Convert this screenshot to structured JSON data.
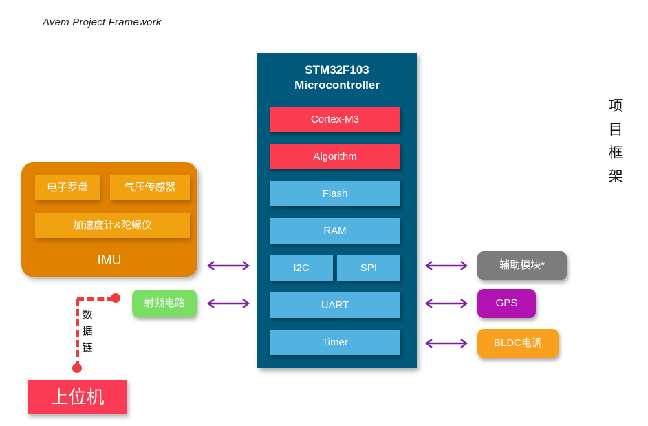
{
  "title": "Avem Project Framework",
  "side_label_chars": [
    "项",
    "目",
    "框",
    "架"
  ],
  "mcu": {
    "title_line1": "STM32F103",
    "title_line2": "Microcontroller",
    "color": "#015a7c",
    "blocks": [
      {
        "label": "Cortex-M3",
        "color": "#fb3b50"
      },
      {
        "label": "Algorithm",
        "color": "#fb3b50"
      },
      {
        "label": "Flash",
        "color": "#53b3e0"
      },
      {
        "label": "RAM",
        "color": "#53b3e0"
      },
      {
        "label": "I2C",
        "color": "#53b3e0"
      },
      {
        "label": "SPI",
        "color": "#53b3e0"
      },
      {
        "label": "UART",
        "color": "#53b3e0"
      },
      {
        "label": "Timer",
        "color": "#53b3e0"
      }
    ]
  },
  "imu": {
    "label": "IMU",
    "color": "#e08200",
    "sensors": [
      {
        "label": "电子罗盘"
      },
      {
        "label": "气压传感器"
      },
      {
        "label": "加速度计&陀螺仪"
      }
    ]
  },
  "rf": {
    "label": "射频电路",
    "color": "#7ade63"
  },
  "host": {
    "label": "上位机",
    "color": "#fb3b55"
  },
  "datalink": {
    "chars": [
      "数",
      "据",
      "链"
    ],
    "color": "#f03c3c"
  },
  "peripherals": [
    {
      "label": "辅助模块*",
      "color": "#7c7c7c"
    },
    {
      "label": "GPS",
      "color": "#b312b3"
    },
    {
      "label": "BLDC电调",
      "color": "#fba01e"
    }
  ],
  "arrow_color": "#7b1fa2"
}
